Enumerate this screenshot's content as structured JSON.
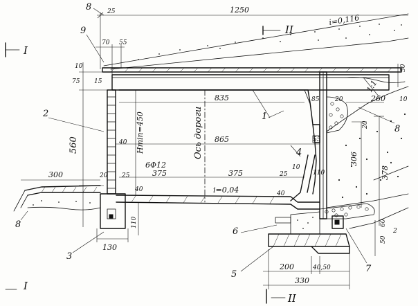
{
  "dims": {
    "d1250": "1250",
    "d25t": "25",
    "d70": "70",
    "d55": "55",
    "d10": "10",
    "d75": "75",
    "d15": "15",
    "d560": "560",
    "d300": "300",
    "d20a": "20",
    "d25b": "25",
    "d40a": "40",
    "d40b": "40",
    "d40c": "40",
    "d110a": "110",
    "d130": "130",
    "d835": "835",
    "d865": "865",
    "d375a": "375",
    "d375b": "375",
    "d85": "85",
    "d55b": "55",
    "d25c": "25",
    "d10b": "10",
    "d110b": "110",
    "d20b": "20",
    "d260": "260",
    "d10c": "10",
    "d20c": "20",
    "d306": "306",
    "d378": "378",
    "d50a": "50",
    "d50b": "50",
    "d60": "60",
    "d2": "2",
    "d200": "200",
    "d40_50": "40,50",
    "d330": "330",
    "dslope": "1:1",
    "dshaft": "6Φ12",
    "dhmin": "Hmin=450",
    "daxis": "Ось дороги",
    "dslope1": "i=0,116",
    "dslope2": "i=0,04"
  },
  "callouts": [
    "1",
    "2",
    "3",
    "4",
    "5",
    "6",
    "7",
    "8",
    "8",
    "9"
  ],
  "sections": {
    "s1_top": "I",
    "s1_bot": "I",
    "s2_top": "II",
    "s2_bot": "II"
  }
}
